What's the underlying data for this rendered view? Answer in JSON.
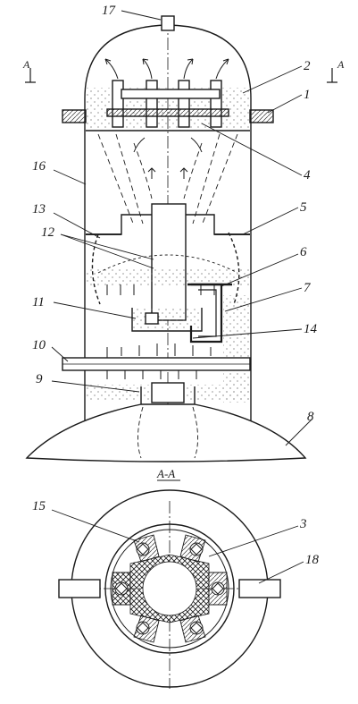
{
  "colors": {
    "ink": "#1a1a1a",
    "paper": "#ffffff",
    "hatch": "#555555"
  },
  "section": {
    "marker": "A",
    "title": "A-A"
  },
  "callouts": [
    "17",
    "2",
    "1",
    "4",
    "16",
    "5",
    "13",
    "12",
    "6",
    "7",
    "11",
    "14",
    "10",
    "9",
    "8",
    "15",
    "3",
    "18"
  ]
}
